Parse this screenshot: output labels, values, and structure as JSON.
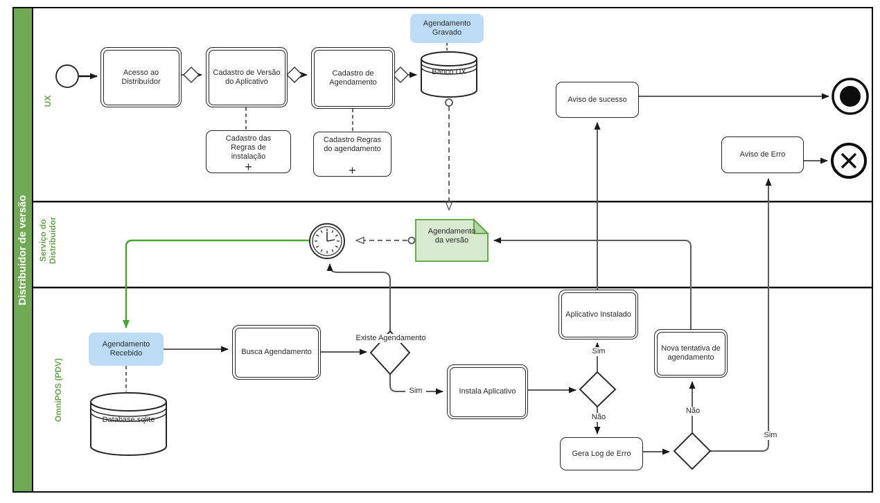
{
  "pool": {
    "title": "Distribuidor de versão"
  },
  "lanes": {
    "ux": "UX",
    "servico": "Serviço do\nDistribuidor",
    "omnipos": "OmniPOS (PDV)"
  },
  "nodes": {
    "acesso": {
      "label": "Acesso ao\nDistribuídor"
    },
    "cadastro_versao": {
      "label": "Cadastro de Versão\ndo Aplicativo"
    },
    "cadastro_agendamento": {
      "label": "Cadastro de\nAgendamento"
    },
    "banco_ux": {
      "label": "Banco UX"
    },
    "agendamento_gravado": {
      "label": "Agendamento\nGravado"
    },
    "cadastro_regras_instalacao": {
      "label": "Cadastro das\nRegras de\ninstalação",
      "marker": "+"
    },
    "cadastro_regras_agendamento": {
      "label": "Cadastro Regras\ndo agendamento",
      "marker": "+"
    },
    "aviso_sucesso": {
      "label": "Aviso de sucesso"
    },
    "aviso_erro": {
      "label": "Aviso de Erro"
    },
    "agendamento_versao": {
      "label": "Agendamento\nda versão"
    },
    "agendamento_recebido": {
      "label": "Agendamento\nRecebido"
    },
    "database_sqlite": {
      "label": "Database.sqlite"
    },
    "busca_agendamento": {
      "label": "Busca Agendamento"
    },
    "instala_aplicativo": {
      "label": "Instala Aplicativo"
    },
    "aplicativo_instalado": {
      "label": "Aplicativo Instalado"
    },
    "gera_log_erro": {
      "label": "Gera Log de Erro"
    },
    "nova_tentativa": {
      "label": "Nova tentativa de\nagendamento"
    }
  },
  "edge_labels": {
    "existe_agendamento": "Existe Agendamento",
    "sim": "Sim",
    "nao": "Não"
  },
  "colors": {
    "pool_green": "#6fa953",
    "lane_label_green": "#67a74c",
    "flow_green": "#48a82e",
    "note_blue": "#bcdcf5",
    "doc_fill": "#d7e9ce",
    "doc_stroke": "#55a339",
    "edge_gray": "#5b5b5b"
  }
}
